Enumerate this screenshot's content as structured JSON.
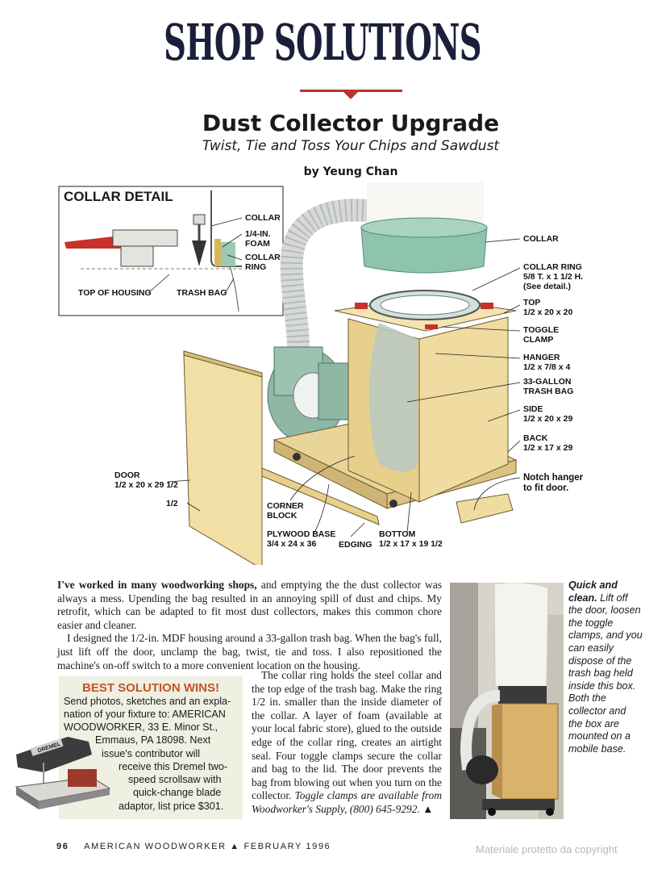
{
  "masthead": "SHOP SOLUTIONS",
  "article": {
    "title": "Dust Collector Upgrade",
    "subtitle": "Twist, Tie and Toss Your Chips and Sawdust",
    "byline": "by Yeung Chan"
  },
  "collar_detail": {
    "heading": "COLLAR DETAIL",
    "labels": {
      "collar": "COLLAR",
      "foam": "1/4-IN.\nFOAM",
      "collar_ring": "COLLAR\nRING",
      "top_of_housing": "TOP OF HOUSING",
      "trash_bag": "TRASH BAG"
    }
  },
  "diagram_labels": {
    "collar": "COLLAR",
    "collar_ring": "COLLAR RING\n5/8 T. x 1 1/2 H.\n(See detail.)",
    "top": "TOP\n1/2 x 20 x 20",
    "toggle_clamp": "TOGGLE\nCLAMP",
    "hanger": "HANGER\n1/2 x 7/8 x 4",
    "trash_bag": "33-GALLON\nTRASH BAG",
    "side": "SIDE\n1/2 x 20 x 29",
    "back": "BACK\n1/2 x 17 x 29",
    "notch_hanger": "Notch hanger\nto fit door.",
    "door": "DOOR\n1/2 x 20 x 29 1/2",
    "half": "1/2",
    "corner_block": "CORNER\nBLOCK",
    "plywood_base": "PLYWOOD BASE\n3/4 x 24 x 36",
    "edging": "EDGING",
    "bottom": "BOTTOM\n1/2 x 17 x 19 1/2"
  },
  "body": {
    "lead_bold": "I've worked in many woodworking shops,",
    "p1_rest": " and emptying the the dust collector was always a mess. Upending the bag resulted in an annoying spill of dust and chips. My retrofit, which can be adapted to fit most dust collectors, makes this common chore easier and cleaner.",
    "p2": "I designed the 1/2-in. MDF housing around a 33-gallon trash bag. When the bag's full, just lift off the door, unclamp the bag, twist, tie and toss. I also repositioned the machine's on-off switch to a more convenient location on the housing.",
    "p3": "The collar ring holds the steel collar and the top edge of the trash bag. Make the ring 1/2 in. smaller than the inside diameter of the collar. A layer of foam (available at your local fabric store), glued to the outside edge of the collar ring, creates an airtight seal. Four toggle clamps secure the collar and bag to the lid. The door prevents the bag from blowing out when you turn on the collector.",
    "p3_italic": "Toggle clamps are available from Woodworker's Supply, (800) 645-9292.",
    "end_mark": "▲"
  },
  "sidebar": {
    "heading": "BEST SOLUTION WINS!",
    "lines": [
      "Send photos, sketches and an expla-",
      "nation of your fixture to: AMERICAN",
      "WOODWORKER, 33 E. Minor St.,",
      "Emmaus, PA 18098. Next",
      "issue's contributor will",
      "receive this Dremel two-",
      "speed scrollsaw with",
      "quick-change blade",
      "adaptor, list price $301."
    ],
    "saw_brand": "DREMEL"
  },
  "photo_caption": {
    "bold": "Quick and clean.",
    "text": " Lift off the door, loosen the toggle clamps, and you can easily dispose of the trash bag held inside this box. Both the collector and the box are mounted on a mobile base."
  },
  "footer": {
    "page": "96",
    "magazine": "AMERICAN WOODWORKER",
    "separator": "▲",
    "issue": "FEBRUARY 1996"
  },
  "watermark": "Materiale protetto da copyright"
}
